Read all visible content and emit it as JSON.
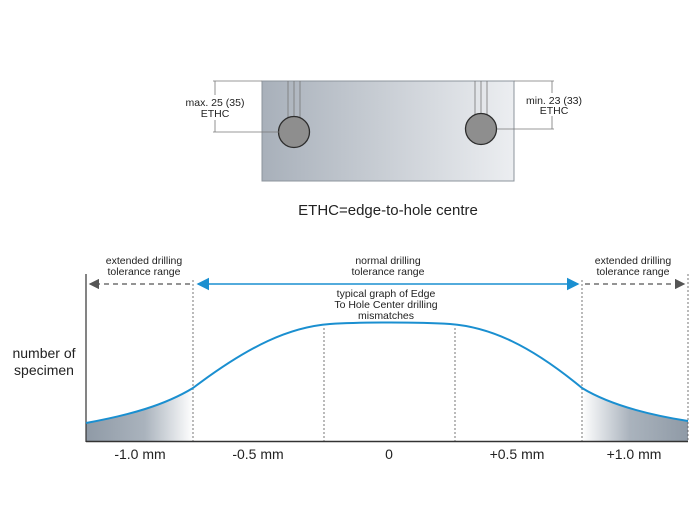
{
  "plate": {
    "left_dim": {
      "line1": "max. 25 (35)",
      "line2": "ETHC"
    },
    "right_dim": {
      "line1": "min. 23 (33)",
      "line2": "ETHC"
    },
    "caption": "ETHC=edge-to-hole centre"
  },
  "graph": {
    "y_label_line1": "number of",
    "y_label_line2": "specimen",
    "left_range": {
      "line1": "extended drilling",
      "line2": "tolerance range"
    },
    "center_range": {
      "line1": "normal drilling",
      "line2": "tolerance range"
    },
    "right_range": {
      "line1": "extended drilling",
      "line2": "tolerance range"
    },
    "curve_label": {
      "line1": "typical graph of Edge",
      "line2": "To Hole Center drilling",
      "line3": "mismatches"
    },
    "ticks": [
      "-1.0 mm",
      "-0.5 mm",
      "0",
      "+0.5 mm",
      "+1.0 mm"
    ],
    "colors": {
      "curve": "#1a8fd0",
      "fill_dark": "#9aa5b1",
      "plate_dark": "#a8b0ba",
      "plate_light": "#e9ecef"
    }
  }
}
